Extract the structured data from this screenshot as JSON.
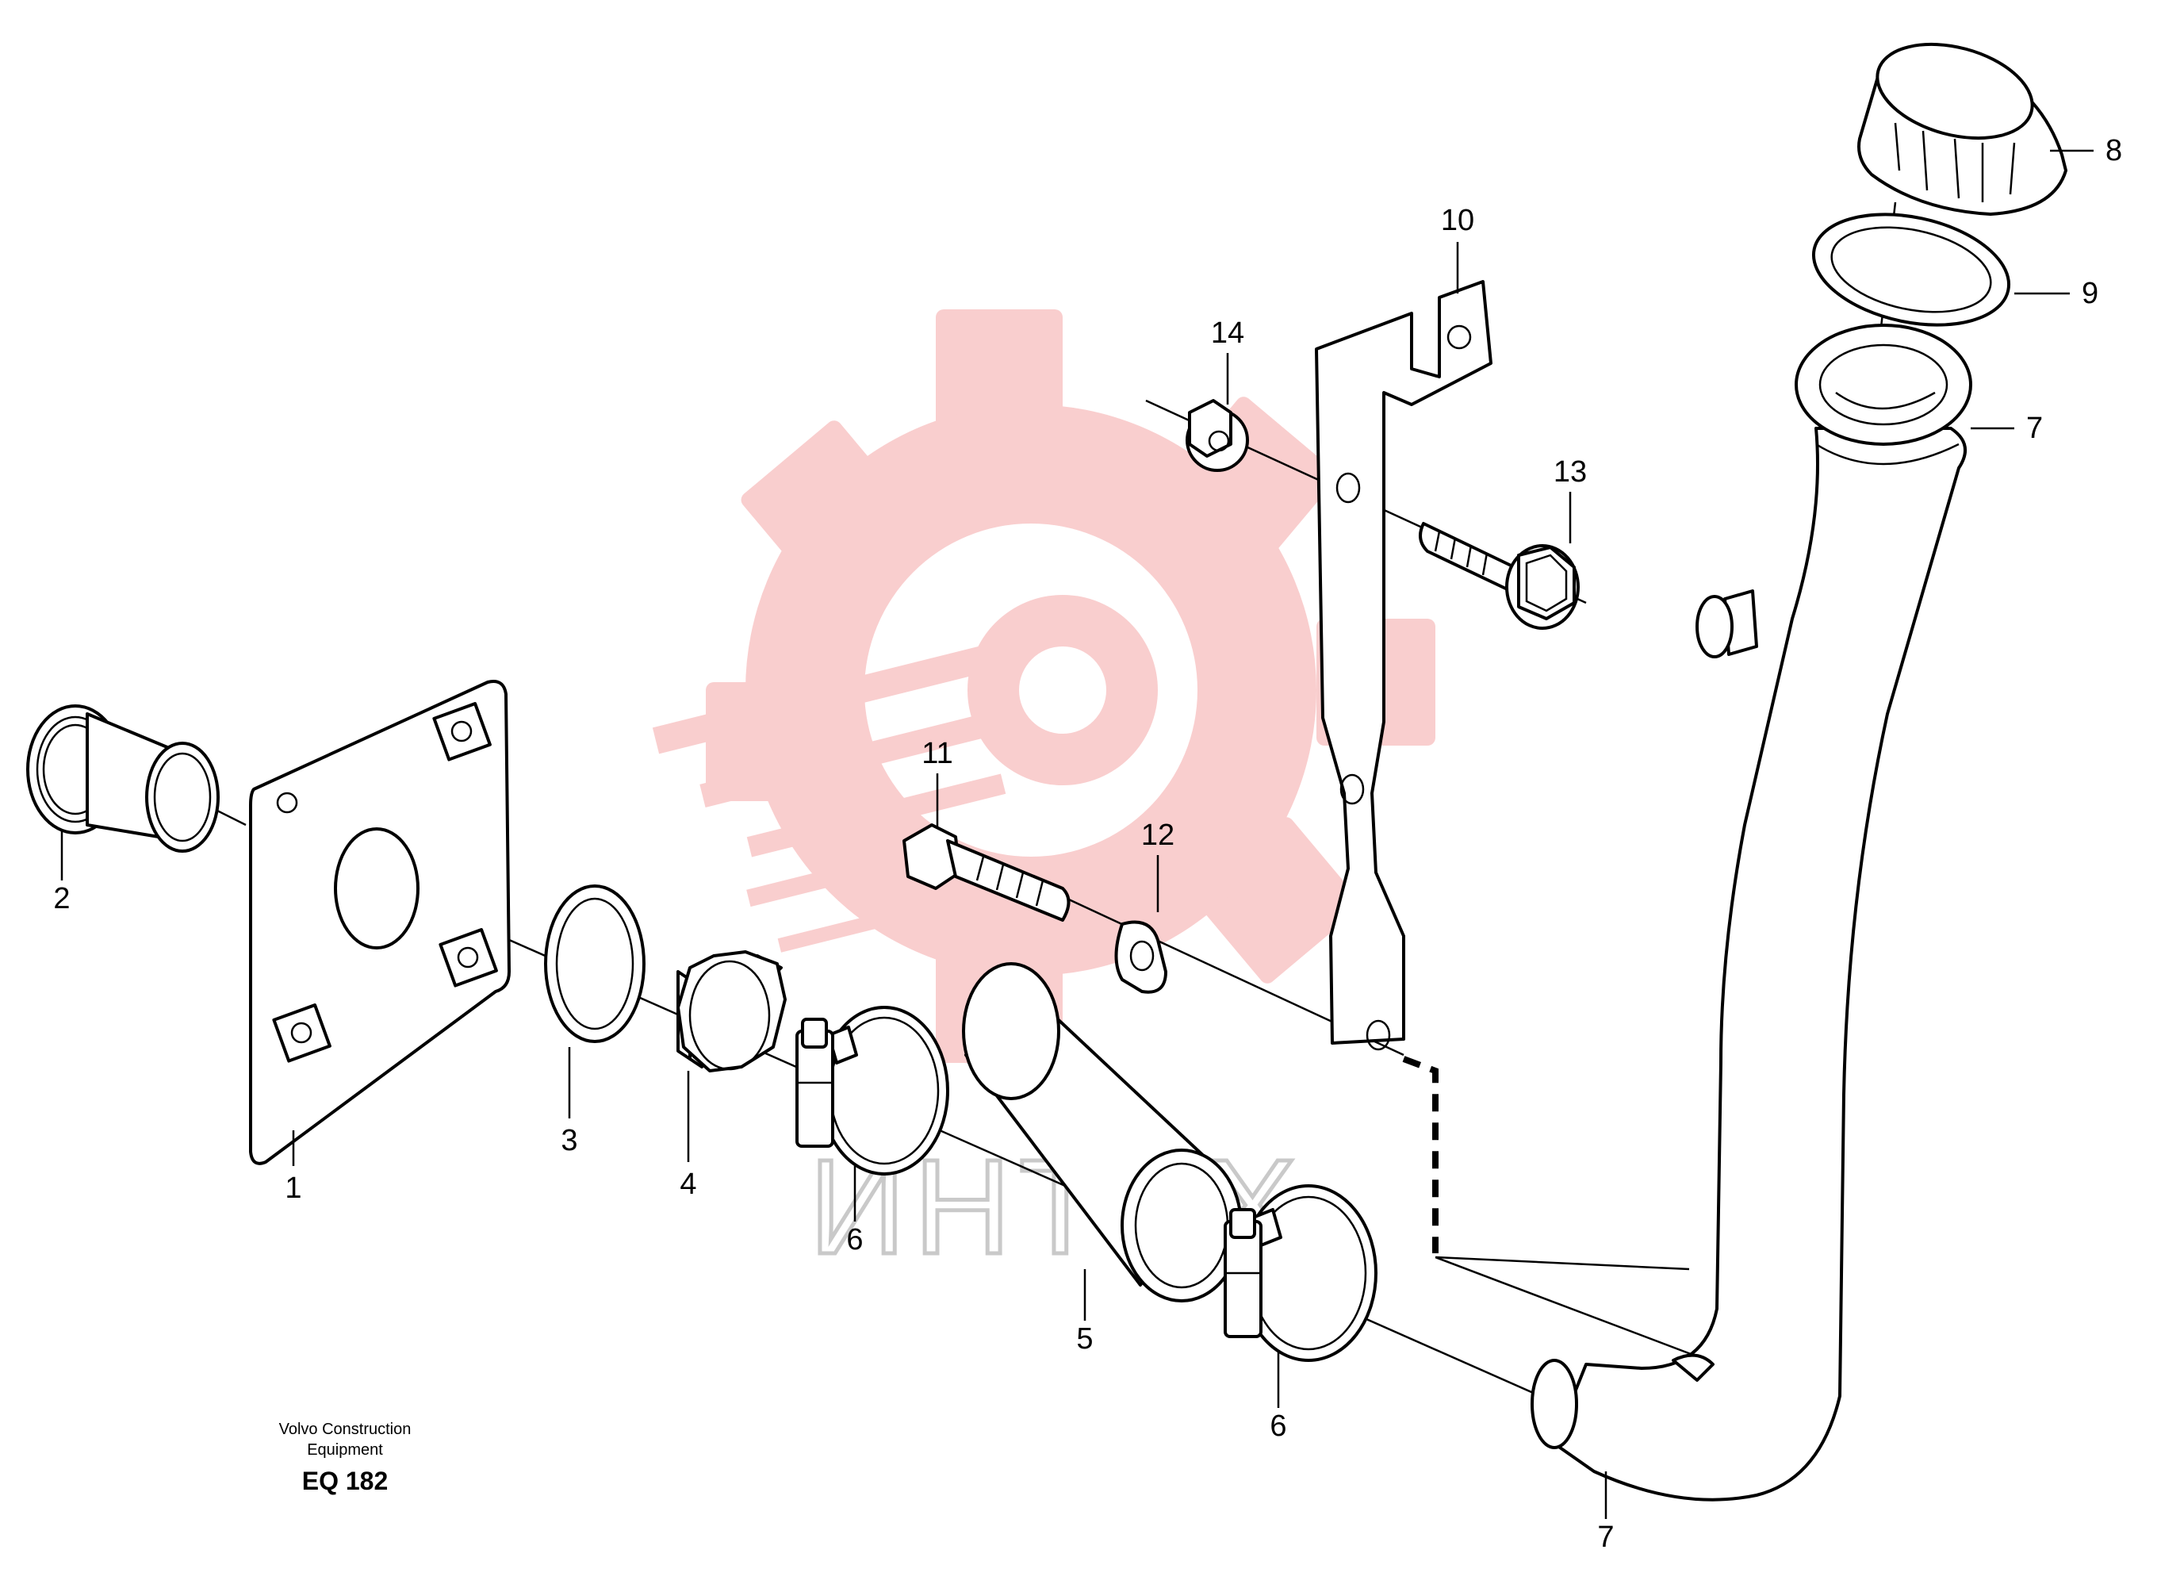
{
  "callouts": [
    {
      "id": "c1",
      "text": "1"
    },
    {
      "id": "c2",
      "text": "2"
    },
    {
      "id": "c3",
      "text": "3"
    },
    {
      "id": "c4",
      "text": "4"
    },
    {
      "id": "c5",
      "text": "5"
    },
    {
      "id": "c6a",
      "text": "6"
    },
    {
      "id": "c6b",
      "text": "6"
    },
    {
      "id": "c7a",
      "text": "7"
    },
    {
      "id": "c7b",
      "text": "7"
    },
    {
      "id": "c8",
      "text": "8"
    },
    {
      "id": "c9",
      "text": "9"
    },
    {
      "id": "c10",
      "text": "10"
    },
    {
      "id": "c11",
      "text": "11"
    },
    {
      "id": "c12",
      "text": "12"
    },
    {
      "id": "c13",
      "text": "13"
    },
    {
      "id": "c14",
      "text": "14"
    }
  ],
  "caption": {
    "line1": "Volvo Construction",
    "line2": "Equipment",
    "code": "EQ 182"
  },
  "watermark": {
    "text": "ИНТЕХ",
    "color": "#f5b5b5"
  }
}
